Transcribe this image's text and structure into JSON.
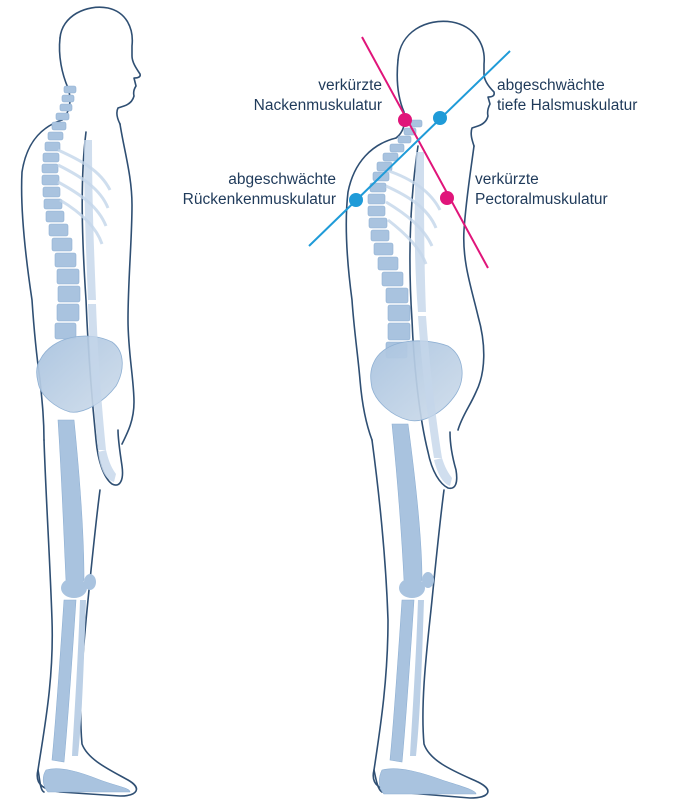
{
  "labels": {
    "neck_short": {
      "line1": "verkürzte",
      "line2": "Nackenmuskulatur"
    },
    "deep_neck_weak": {
      "line1": "abgeschwächte",
      "line2": "tiefe Halsmuskulatur"
    },
    "back_weak": {
      "line1": "abgeschwächte",
      "line2": "Rückenkenmuskulatur"
    },
    "pectoral_short": {
      "line1": "verkürzte",
      "line2": "Pectoralmuskulatur"
    }
  },
  "colors": {
    "outline": "#2f4f73",
    "skeleton": "#a9c3df",
    "skeleton_dark": "#8fb0d3",
    "shortened": "#e0157a",
    "weakened": "#1f9bd8",
    "text": "#1f3a5a"
  },
  "legend_semantics": {
    "shortened_color_name": "magenta",
    "weakened_color_name": "blue"
  }
}
